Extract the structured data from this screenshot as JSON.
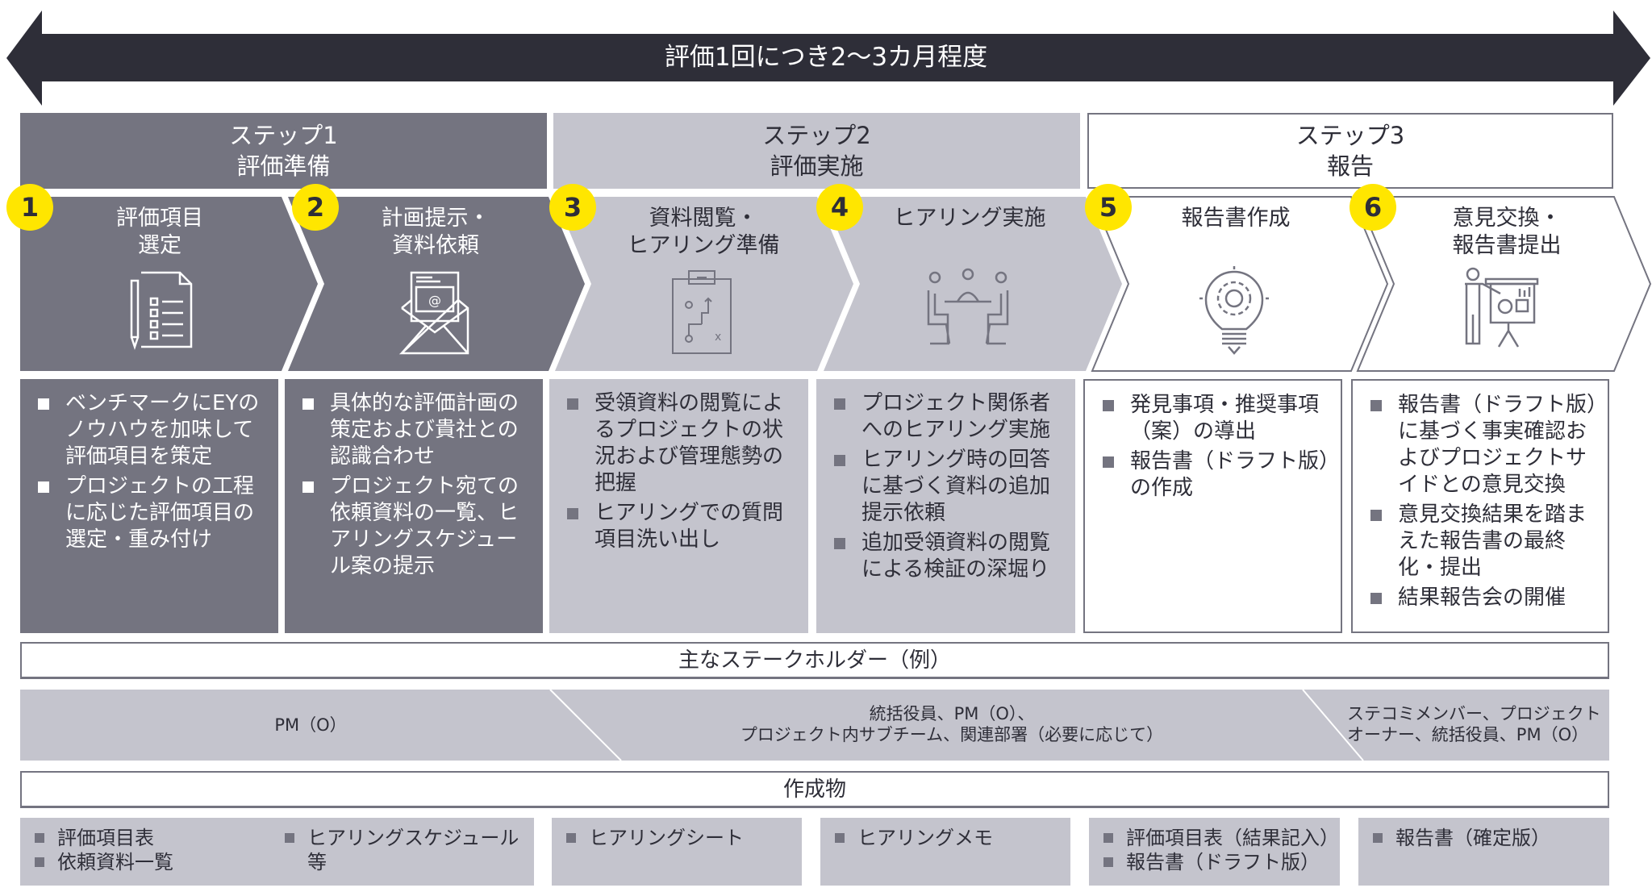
{
  "timeline": {
    "label": "評価1回につき2〜3カ月程度"
  },
  "steps": [
    {
      "title": "ステップ1",
      "subtitle": "評価準備"
    },
    {
      "title": "ステップ2",
      "subtitle": "評価実施"
    },
    {
      "title": "ステップ3",
      "subtitle": "報告"
    }
  ],
  "phases": [
    {
      "number": "1",
      "title_lines": [
        "評価項目",
        "選定"
      ],
      "icon": "checklist-icon",
      "bullets": [
        "ベンチマークにEYのノウハウを加味して評価項目を策定",
        "プロジェクトの工程に応じた評価項目の選定・重み付け"
      ]
    },
    {
      "number": "2",
      "title_lines": [
        "計画提示・",
        "資料依頼"
      ],
      "icon": "email-envelope-icon",
      "bullets": [
        "具体的な評価計画の策定および貴社との認識合わせ",
        "プロジェクト宛ての依頼資料の一覧、ヒアリングスケジュール案の提示"
      ]
    },
    {
      "number": "3",
      "title_lines": [
        "資料閲覧・",
        "ヒアリング準備"
      ],
      "icon": "clipboard-strategy-icon",
      "bullets": [
        "受領資料の閲覧によるプロジェクトの状況および管理態勢の把握",
        "ヒアリングでの質問項目洗い出し"
      ]
    },
    {
      "number": "4",
      "title_lines": [
        "ヒアリング実施",
        ""
      ],
      "icon": "meeting-icon",
      "bullets": [
        "プロジェクト関係者へのヒアリング実施",
        "ヒアリング時の回答に基づく資料の追加提示依頼",
        "追加受領資料の閲覧による検証の深堀り"
      ]
    },
    {
      "number": "5",
      "title_lines": [
        "報告書作成",
        ""
      ],
      "icon": "lightbulb-gear-icon",
      "bullets": [
        "発見事項・推奨事項（案）の導出",
        "報告書（ドラフト版）の作成"
      ]
    },
    {
      "number": "6",
      "title_lines": [
        "意見交換・",
        "報告書提出"
      ],
      "icon": "presentation-icon",
      "bullets": [
        "報告書（ドラフト版）に基づく事実確認およびプロジェクトサイドとの意見交換",
        "意見交換結果を踏まえた報告書の最終化・提出",
        "結果報告会の開催"
      ]
    }
  ],
  "stakeholders": {
    "heading": "主なステークホルダー（例）",
    "groups": [
      {
        "lines": [
          "PM（O）"
        ]
      },
      {
        "lines": [
          "統括役員、PM（O）、",
          "プロジェクト内サブチーム、関連部署（必要に応じて）"
        ]
      },
      {
        "lines": [
          "ステコミメンバー、プロジェクト",
          "オーナー、統括役員、PM（O）"
        ]
      }
    ]
  },
  "deliverables": {
    "heading": "作成物",
    "boxes": [
      {
        "col1": [
          "評価項目表",
          "依頼資料一覧"
        ],
        "col2": [
          "ヒアリングスケジュール等"
        ]
      },
      {
        "items": [
          "ヒアリングシート"
        ]
      },
      {
        "items": [
          "ヒアリングメモ"
        ]
      },
      {
        "items": [
          "評価項目表（結果記入）",
          "報告書（ドラフト版）"
        ]
      },
      {
        "items": [
          "報告書（確定版）"
        ]
      }
    ]
  },
  "colors": {
    "dark": "#2e2e38",
    "mid": "#747480",
    "light": "#c4c4cd",
    "accent": "#ffe600"
  }
}
